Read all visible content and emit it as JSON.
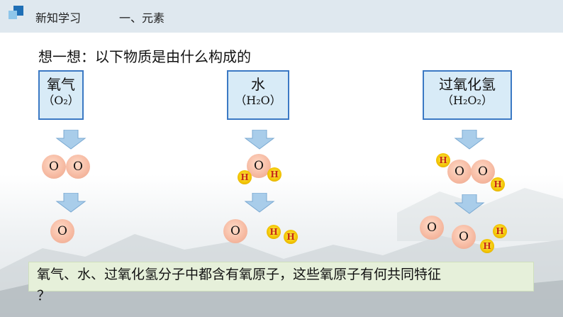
{
  "header": {
    "title": "新知学习",
    "section": "一、元素"
  },
  "question": {
    "line1": "想一想：以下物质是由什么构成的",
    "line2": "？"
  },
  "substances": [
    {
      "name": "氧气",
      "formula": "（O₂）"
    },
    {
      "name": "水",
      "formula": "（H₂O）"
    },
    {
      "name": "过氧化氢",
      "formula": "（H₂O₂）"
    }
  ],
  "atoms": {
    "oxygen_symbol": "O",
    "hydrogen_symbol": "H"
  },
  "bottom": {
    "line1": "氧气、水、过氧化氢分子中都含有氧原子，这些氧原子有何共同特征",
    "line2": "？"
  },
  "colors": {
    "header_bg": "#dfe8ef",
    "accent": "#1f6fb6",
    "box_border": "#3b79c4",
    "box_fill": "#d8ebf7",
    "oxygen_atom": "#f6b9a1",
    "hydrogen_atom": "#f2c300",
    "bottom_fill": "#e6f0da"
  }
}
